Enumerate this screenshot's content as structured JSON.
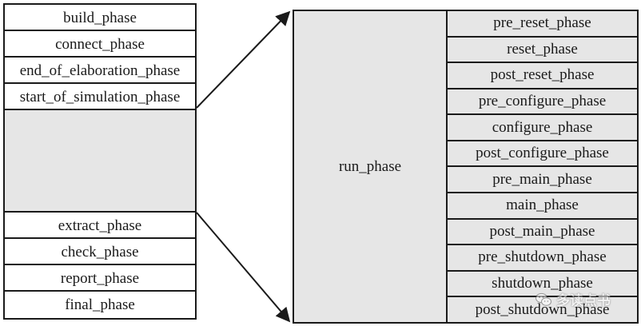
{
  "left_phases_top": [
    "build_phase",
    "connect_phase",
    "end_of_elaboration_phase",
    "start_of_simulation_phase"
  ],
  "left_phases_bottom": [
    "extract_phase",
    "check_phase",
    "report_phase",
    "final_phase"
  ],
  "run_phase": {
    "label": "run_phase",
    "sub_phases": [
      "pre_reset_phase",
      "reset_phase",
      "post_reset_phase",
      "pre_configure_phase",
      "configure_phase",
      "post_configure_phase",
      "pre_main_phase",
      "main_phase",
      "post_main_phase",
      "pre_shutdown_phase",
      "shutdown_phase",
      "post_shutdown_phase"
    ]
  },
  "watermark": {
    "text": "多读点书"
  },
  "colors": {
    "line": "#1a1a1a",
    "gray_fill": "#e6e6e6"
  }
}
